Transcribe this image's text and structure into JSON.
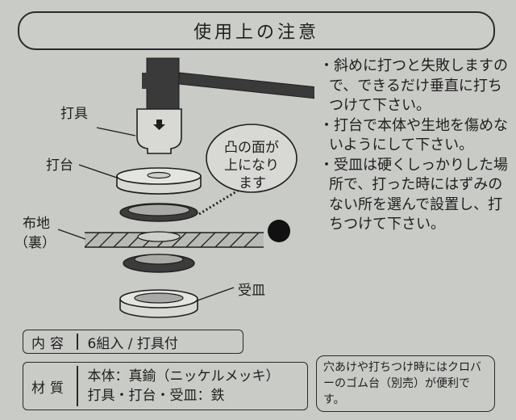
{
  "title": "使用上の注意",
  "diagram": {
    "tool_label": "打具",
    "anvil_label": "打台",
    "fabric_label_1": "布地",
    "fabric_label_2": "（裏）",
    "receiver_label": "受皿",
    "bubble_line_1": "凸の面が",
    "bubble_line_2": "上になり",
    "bubble_line_3": "ます"
  },
  "notes": [
    "・斜めに打つと失敗しますので、できるだけ垂直に打ちつけて下さい。",
    "・打台で本体や生地を傷めないようにして下さい。",
    "・受皿は硬くしっかりした場所で、打った時にはずみのない所を選んで設置し、打ちつけて下さい。"
  ],
  "contents": {
    "key": "内容",
    "value": "6組入 / 打具付"
  },
  "material": {
    "key": "材質",
    "line_1": "本体：真鍮（ニッケルメッキ）",
    "line_2": "打具・打台・受皿：鉄"
  },
  "side_note": "穴あけや打ちつけ時にはクロバーのゴム台（別売）が便利です。"
}
